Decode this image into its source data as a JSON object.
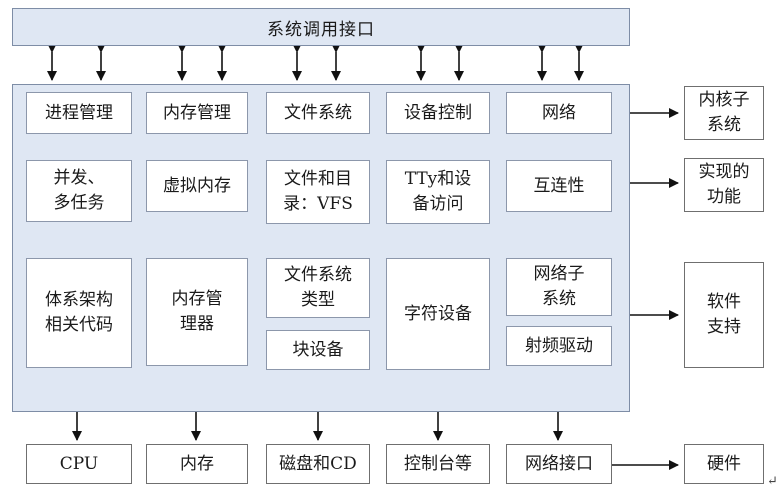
{
  "top_bar": {
    "label": "系统调用接口"
  },
  "modules": {
    "row1": [
      "进程管理",
      "内存管理",
      "文件系统",
      "设备控制",
      "网络"
    ],
    "row2": [
      "并发、\n多任务",
      "虚拟内存",
      "文件和目\n录：VFS",
      "TTy和设\n备访问",
      "互连性"
    ],
    "row3": {
      "arch": "体系架构\n相关代码",
      "mm": "内存管\n理器",
      "fstype": "文件系统\n类型",
      "blockdev": "块设备",
      "chardev": "字符设备",
      "netsub": "网络子\n系统",
      "rfdriver": "射频驱动"
    }
  },
  "right_labels": [
    "内核子\n系统",
    "实现的\n功能",
    "软件\n支持",
    "硬件"
  ],
  "hardware": [
    "CPU",
    "内存",
    "磁盘和CD",
    "控制台等",
    "网络接口"
  ],
  "return_mark": "↵"
}
